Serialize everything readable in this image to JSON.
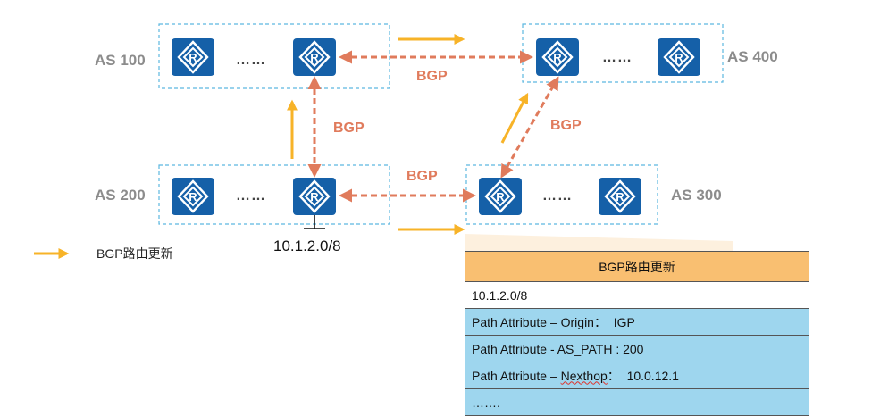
{
  "colors": {
    "update_arrow": "#f7b328",
    "bgp_session": "#e07b5c",
    "as_box_border": "#5cb8e0",
    "router_fill": "#1560a8",
    "table_header": "#f9bf71",
    "table_row": "#9ed6ee"
  },
  "icons": {
    "router": "router-icon"
  },
  "as_systems": [
    {
      "id": "as100",
      "label": "AS 100",
      "ellipsis": "……"
    },
    {
      "id": "as200",
      "label": "AS 200",
      "ellipsis": "……"
    },
    {
      "id": "as300",
      "label": "AS 300",
      "ellipsis": "……"
    },
    {
      "id": "as400",
      "label": "AS 400",
      "ellipsis": "……"
    }
  ],
  "links": [
    {
      "from": "as100",
      "to": "as400",
      "label": "BGP"
    },
    {
      "from": "as100",
      "to": "as200",
      "label": "BGP"
    },
    {
      "from": "as200",
      "to": "as300",
      "label": "BGP"
    },
    {
      "from": "as300",
      "to": "as400",
      "label": "BGP"
    }
  ],
  "prefix": "10.1.2.0/8",
  "legend": {
    "label": "BGP路由更新"
  },
  "update_table": {
    "header": "BGP路由更新",
    "prefix": "10.1.2.0/8",
    "origin": {
      "label": "Path Attribute – Origin：",
      "value": "IGP"
    },
    "as_path": {
      "label": "Path Attribute - AS_PATH : 200"
    },
    "nexthop": {
      "prefix": "Path Attribute – ",
      "word": "Nexthop",
      "suffix": "：",
      "value": "10.0.12.1"
    },
    "more": "……."
  }
}
